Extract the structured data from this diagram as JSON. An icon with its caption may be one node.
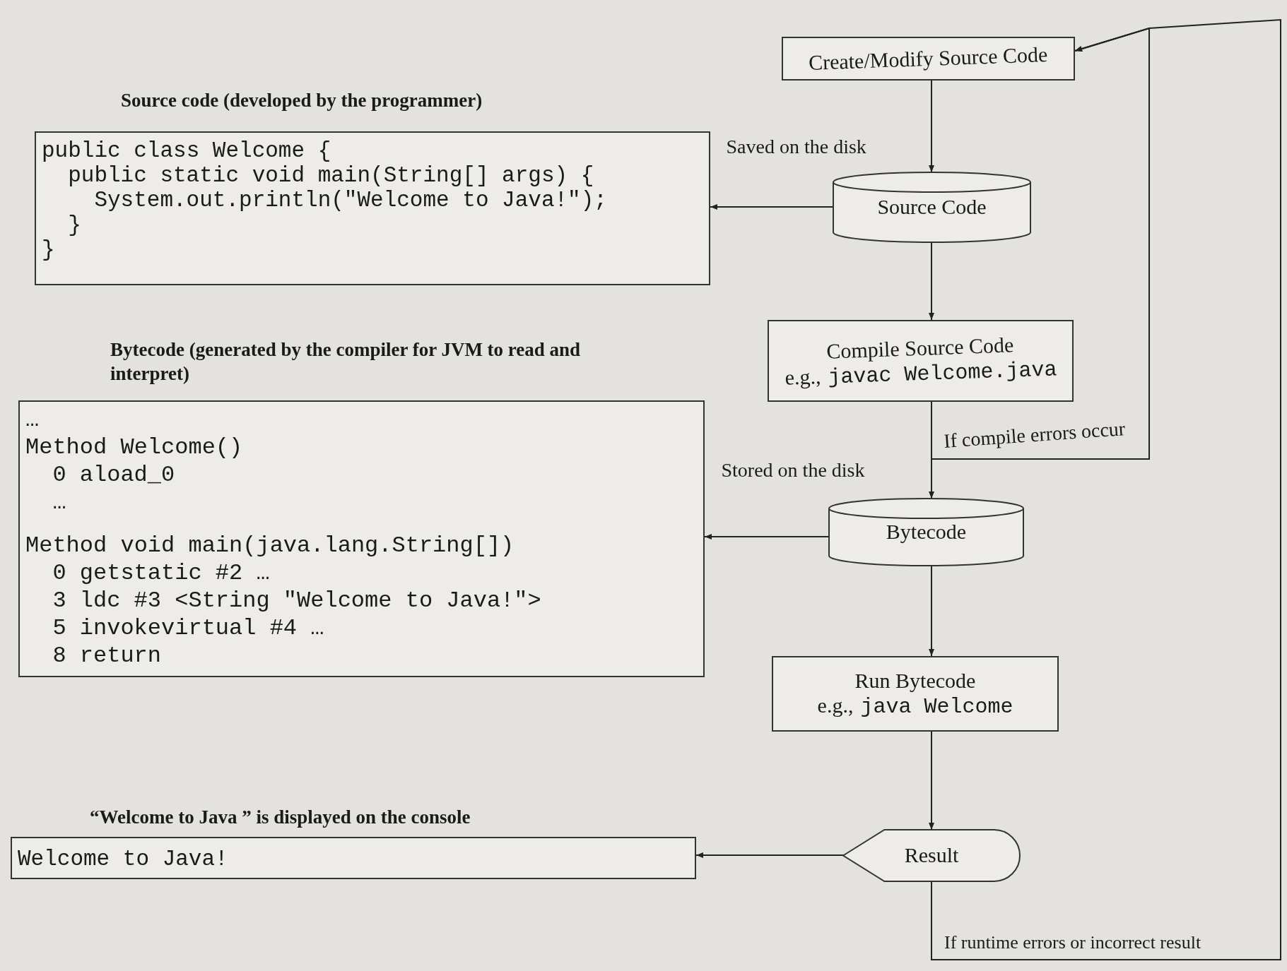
{
  "diagram": {
    "nodes": [
      {
        "text": [
          "Create/Modify Source Code"
        ]
      },
      {
        "text": [
          "Source Code"
        ]
      },
      {
        "text": [
          "Compile Source Code",
          "e.g.,",
          "javac Welcome.java"
        ]
      },
      {
        "text": [
          "Bytecode"
        ]
      },
      {
        "text": [
          "Run Bytecode",
          "e.g.,",
          "java Welcome"
        ]
      },
      {
        "text": [
          "Result"
        ]
      },
      {
        "text": [
          "Source code (developed by the programmer)",
          "public class Welcome {",
          "public static void main(String[] args) {",
          "System.out.println(\"Welcome to Java!\");",
          "}",
          "}"
        ]
      },
      {
        "text": [
          "Bytecode (generated by the compiler for JVM to read and interpret)",
          "…",
          "Method Welcome()",
          "0 aload_0",
          "…",
          "Method void main(java.lang.String[])",
          "0 getstatic #2 …",
          "3 ldc #3 <String \"Welcome to Java!\">",
          "5 invokevirtual #4 …",
          "8 return"
        ]
      },
      {
        "text": [
          "“Welcome to Java ” is displayed on the console",
          "Welcome to Java!"
        ]
      }
    ],
    "edges": [
      {
        "from": 0,
        "to": 1,
        "arrow": "to",
        "label": "Saved on the disk"
      },
      {
        "from": 1,
        "to": 6,
        "arrow": "to"
      },
      {
        "from": 1,
        "to": 2,
        "arrow": "to"
      },
      {
        "from": 2,
        "to": 3,
        "arrow": "to",
        "label": "Stored on the disk"
      },
      {
        "from": 2,
        "to": 0,
        "arrow": "to",
        "label": "If compile errors occur"
      },
      {
        "from": 3,
        "to": 7,
        "arrow": "to"
      },
      {
        "from": 3,
        "to": 4,
        "arrow": "to"
      },
      {
        "from": 4,
        "to": 5,
        "arrow": "to"
      },
      {
        "from": 5,
        "to": 8,
        "arrow": "to"
      },
      {
        "from": 5,
        "to": 0,
        "arrow": "to",
        "label": "If runtime errors or incorrect result"
      }
    ]
  }
}
